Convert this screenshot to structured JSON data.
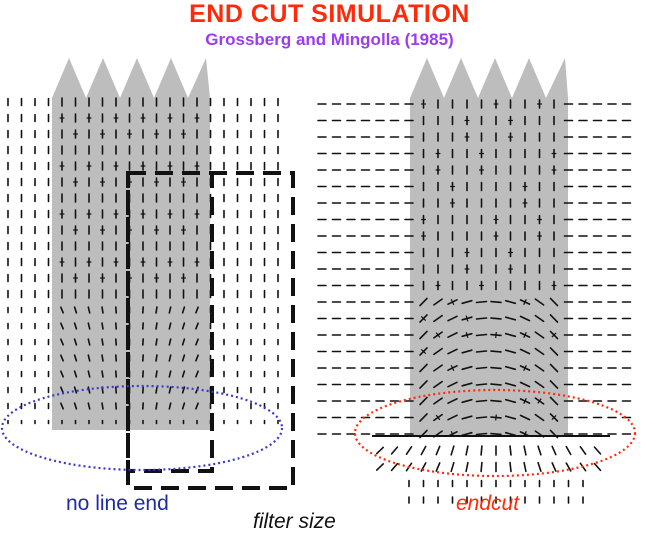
{
  "title": "END CUT SIMULATION",
  "subtitle": "Grossberg and Mingolla (1985)",
  "labels": {
    "left": "no line end",
    "right": "endcut",
    "filter": "filter size"
  },
  "colors": {
    "title": "#ff2a0a",
    "subtitle": "#9a3cf0",
    "left_label": "#1f2aa6",
    "right_label": "#ff2a0a",
    "filter_label": "#111111",
    "bar": "#bdbdbd",
    "ink": "#111111",
    "ellipse_left": "#3a3acb",
    "ellipse_right": "#ff2a0a"
  }
}
